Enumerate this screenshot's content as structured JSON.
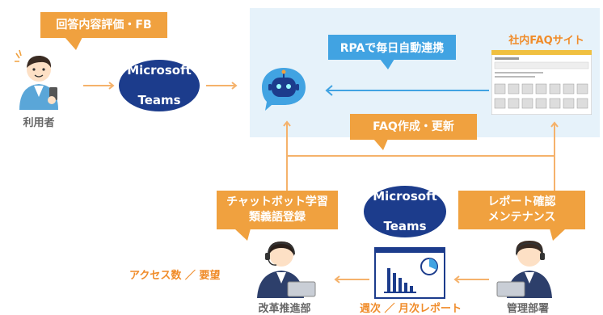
{
  "colors": {
    "orange": "#f0a13f",
    "orange_text": "#f08c2a",
    "navy": "#1c3c8c",
    "blue": "#41a3e2",
    "panel": "#e6f2fa",
    "connector": "#f5b26b"
  },
  "user": {
    "label": "利用者",
    "feedback_bubble": "回答内容評価・FB"
  },
  "teams_top": {
    "line1": "Microsoft",
    "line2": "Teams"
  },
  "teams_bottom": {
    "line1": "Microsoft",
    "line2": "Teams"
  },
  "chatbot": {
    "icon": "robot-chat-icon"
  },
  "rpa_bubble": "RPAで毎日自動連携",
  "faq_site": {
    "title": "社内FAQサイト"
  },
  "faq_update_bubble": "FAQ作成・更新",
  "learning_bubble": {
    "line1": "チャットボット学習",
    "line2": "類義語登録"
  },
  "report_bubble": {
    "line1": "レポート確認",
    "line2": "メンテナンス"
  },
  "kaizen": {
    "label": "改革推進部",
    "access_label": "アクセス数 ／ 要望"
  },
  "report": {
    "label": "週次 ／ 月次レポート",
    "icon": "chart-report-icon"
  },
  "admin": {
    "label": "管理部署"
  }
}
